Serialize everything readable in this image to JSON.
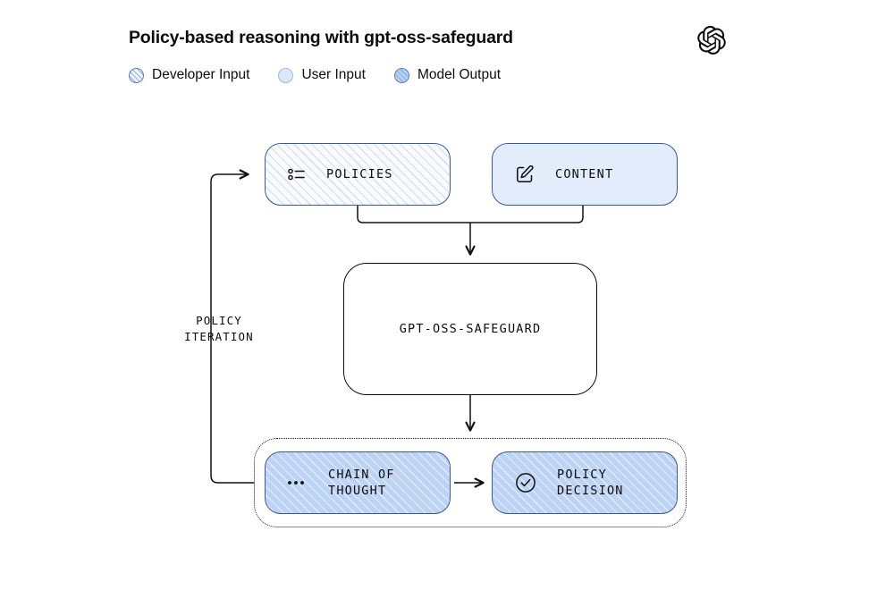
{
  "header": {
    "title": "Policy-based reasoning with gpt-oss-safeguard",
    "logo_icon": "openai-logo-icon"
  },
  "legend": {
    "items": [
      {
        "label": "Developer Input",
        "swatch": "hatched-light-circle",
        "color": "#eef3fc"
      },
      {
        "label": "User Input",
        "swatch": "solid-light-circle",
        "color": "#dce8fa"
      },
      {
        "label": "Model Output",
        "swatch": "hatched-blue-circle",
        "color": "#9cbdf0"
      }
    ]
  },
  "diagram": {
    "nodes": [
      {
        "id": "policies",
        "label": "POLICIES",
        "icon": "list-icon",
        "category": "Developer Input"
      },
      {
        "id": "content",
        "label": "CONTENT",
        "icon": "edit-pencil-icon",
        "category": "User Input"
      },
      {
        "id": "model",
        "label": "GPT-OSS-SAFEGUARD",
        "icon": "",
        "category": "Model"
      },
      {
        "id": "chain_of_thought",
        "label": "CHAIN OF\nTHOUGHT",
        "icon": "ellipsis-icon",
        "category": "Model Output"
      },
      {
        "id": "policy_decision",
        "label": "POLICY\nDECISION",
        "icon": "check-circle-icon",
        "category": "Model Output"
      }
    ],
    "loop_label": "POLICY\nITERATION",
    "colors": {
      "node_border_blue": "#3a5a9c",
      "node_border_black": "#0d0d0d",
      "developer_fill": "#fafbfd",
      "user_fill": "#e3ecfb",
      "model_output_fill": "#bcd3f5",
      "connector": "#111111"
    }
  }
}
